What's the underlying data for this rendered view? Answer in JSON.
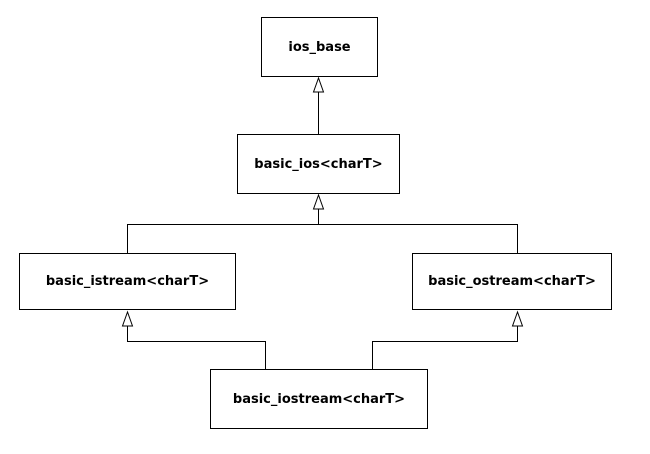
{
  "diagram": {
    "classes": {
      "ios_base": "ios_base",
      "basic_ios": "basic_ios<charT>",
      "basic_istream": "basic_istream<charT>",
      "basic_ostream": "basic_ostream<charT>",
      "basic_iostream": "basic_iostream<charT>"
    },
    "relations": [
      {
        "from": "basic_ios",
        "to": "ios_base",
        "kind": "inheritance"
      },
      {
        "from": "basic_istream",
        "to": "basic_ios",
        "kind": "inheritance"
      },
      {
        "from": "basic_ostream",
        "to": "basic_ios",
        "kind": "inheritance"
      },
      {
        "from": "basic_iostream",
        "to": "basic_istream",
        "kind": "inheritance"
      },
      {
        "from": "basic_iostream",
        "to": "basic_ostream",
        "kind": "inheritance"
      }
    ],
    "colors": {
      "line": "#000000",
      "box_border": "#000000",
      "box_fill": "#ffffff",
      "background": "#ffffff"
    }
  }
}
